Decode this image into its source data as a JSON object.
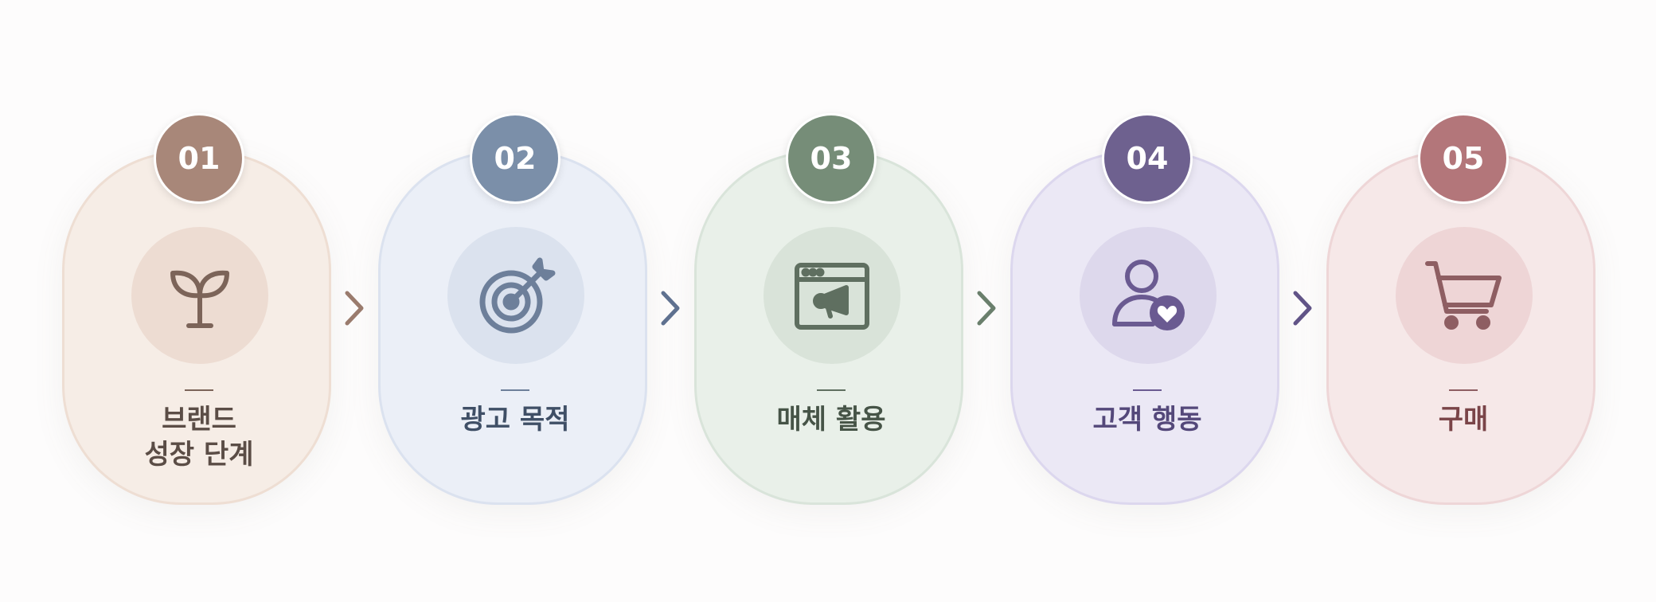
{
  "steps": [
    {
      "number": "01",
      "label": "브랜드\n성장 단계",
      "icon": "sprout-icon",
      "colors": {
        "badge": "#a88779",
        "card": "#f6ede6",
        "border": "#eeded3",
        "icon_bg": "#eddcd2",
        "icon": "#7c6459",
        "text": "#5b4d46"
      }
    },
    {
      "number": "02",
      "label": "광고 목적",
      "icon": "target-arrow-icon",
      "colors": {
        "badge": "#7b8fa9",
        "card": "#ebeff7",
        "border": "#dbe2ef",
        "icon_bg": "#dbe2ee",
        "icon": "#6d7f9a",
        "text": "#3f4f66"
      }
    },
    {
      "number": "03",
      "label": "매체 활용",
      "icon": "browser-megaphone-icon",
      "colors": {
        "badge": "#768d78",
        "card": "#e9f0e9",
        "border": "#d9e4da",
        "icon_bg": "#d9e3d9",
        "icon": "#5f6f60",
        "text": "#465447"
      }
    },
    {
      "number": "04",
      "label": "고객 행동",
      "icon": "user-heart-icon",
      "colors": {
        "badge": "#6e618f",
        "card": "#ebe8f5",
        "border": "#dcd7ee",
        "icon_bg": "#ddd8ec",
        "icon": "#6a5a91",
        "text": "#54487a"
      }
    },
    {
      "number": "05",
      "label": "구매",
      "icon": "shopping-cart-icon",
      "colors": {
        "badge": "#b3767a",
        "card": "#f6e8e8",
        "border": "#eed6d7",
        "icon_bg": "#eed5d6",
        "icon": "#8e5e62",
        "text": "#7a4448"
      }
    }
  ],
  "arrows": [
    {
      "icon": "chevron-right-icon",
      "color": "#9a7b6d"
    },
    {
      "icon": "chevron-right-icon",
      "color": "#5f7190"
    },
    {
      "icon": "chevron-right-icon",
      "color": "#6a7f6c"
    },
    {
      "icon": "chevron-right-icon",
      "color": "#615487"
    }
  ]
}
